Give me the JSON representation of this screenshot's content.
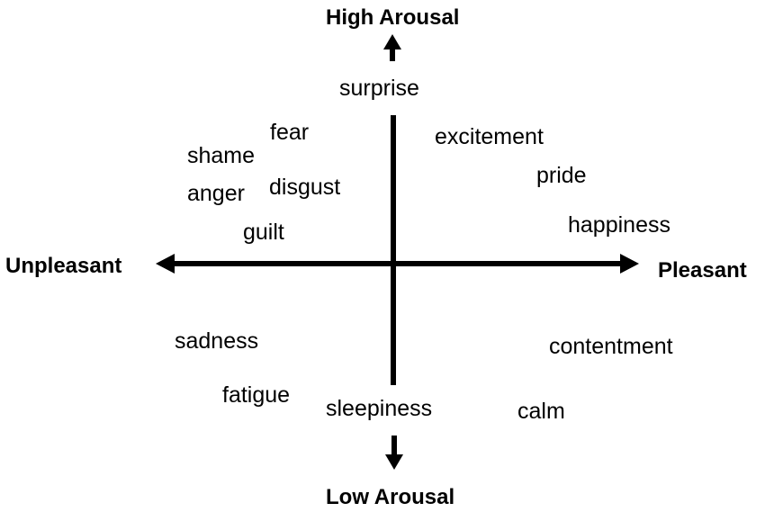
{
  "axes": {
    "high_arousal": "High Arousal",
    "low_arousal": "Low Arousal",
    "unpleasant": "Unpleasant",
    "pleasant": "Pleasant"
  },
  "emotions": [
    "surprise",
    "fear",
    "shame",
    "excitement",
    "pride",
    "disgust",
    "anger",
    "happiness",
    "guilt",
    "sadness",
    "contentment",
    "fatigue",
    "sleepiness",
    "calm"
  ]
}
